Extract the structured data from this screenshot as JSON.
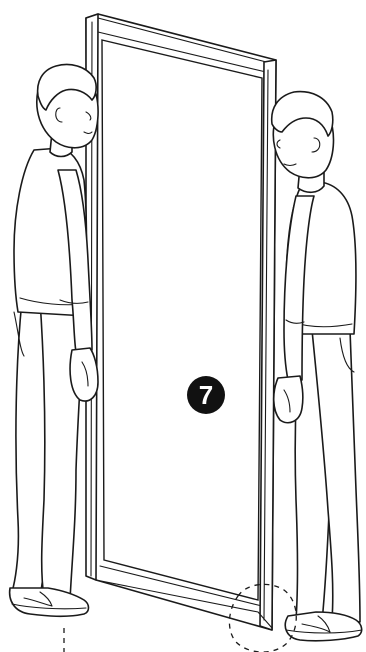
{
  "step": {
    "number": "7"
  },
  "colors": {
    "line": "#1a1a1a",
    "background": "#ffffff",
    "step_badge": "#111111"
  },
  "icons": {
    "step_badge": "filled-circle-number",
    "guide": "dashed-circle"
  }
}
